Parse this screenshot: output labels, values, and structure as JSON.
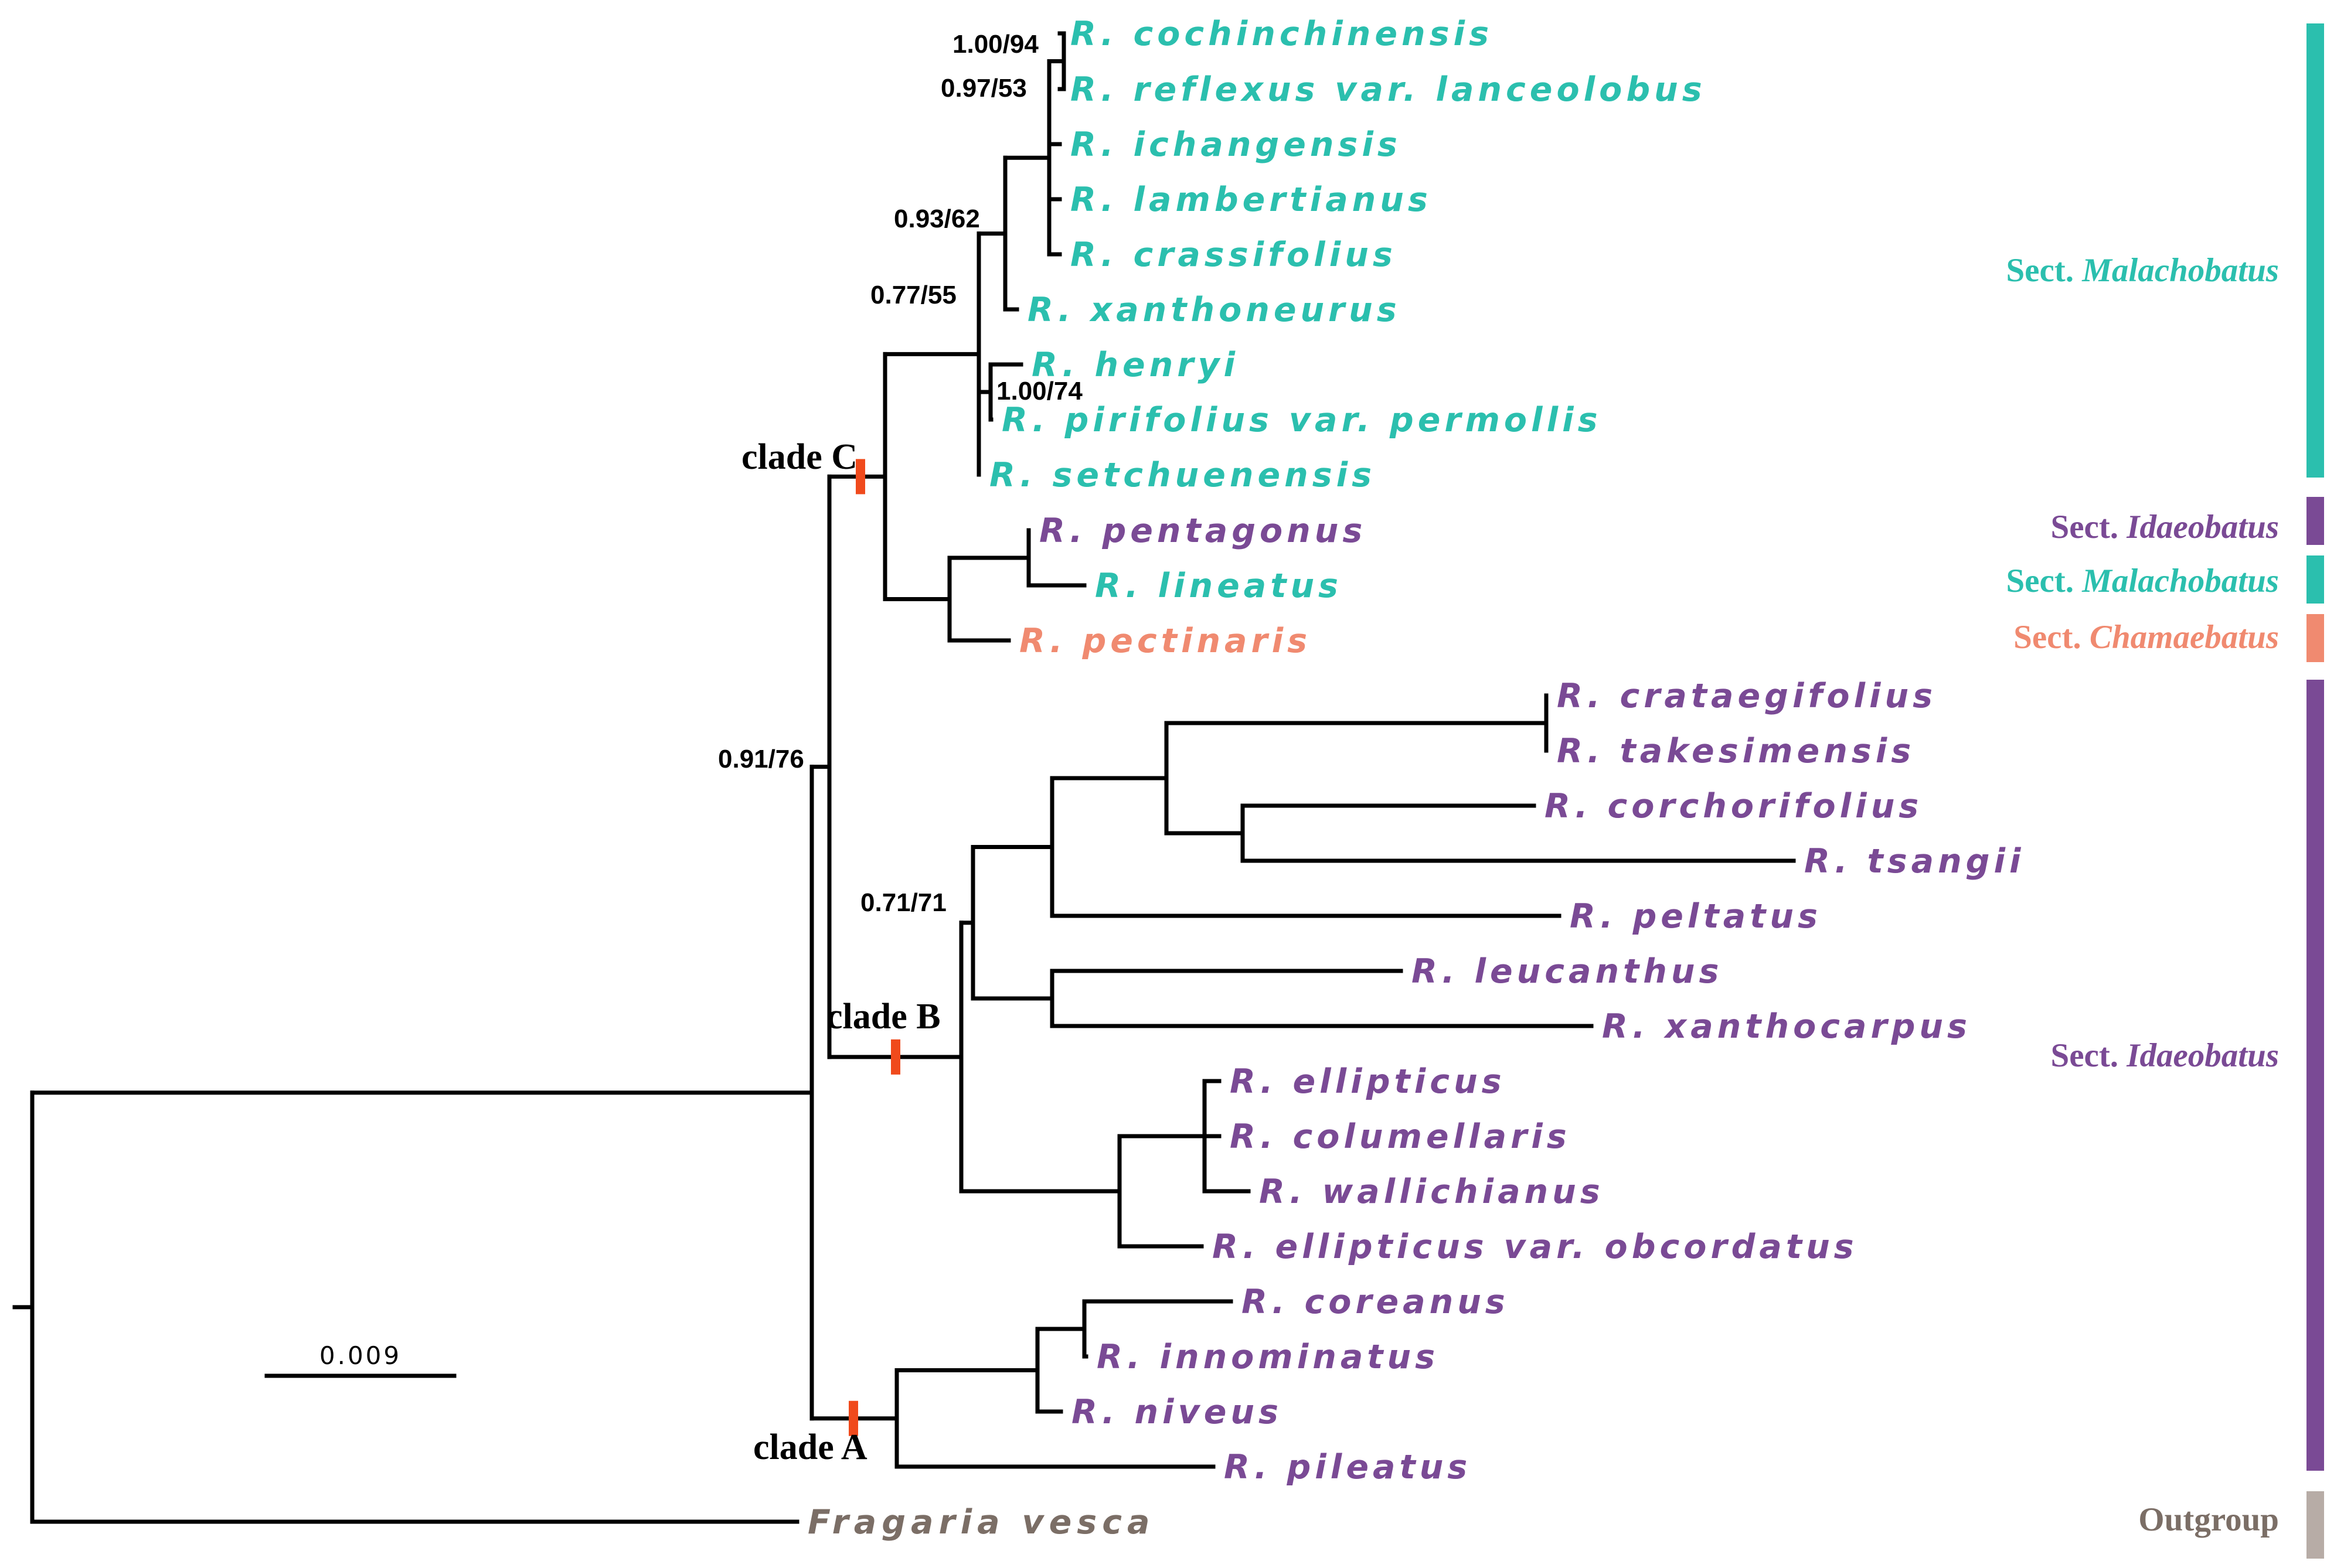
{
  "colors": {
    "malachobatus": "#2bbfae",
    "idaeobatus": "#7a4a95",
    "chamaebatus": "#f08a70",
    "outgroup": "#7b6e66",
    "outgroup_bar": "#b7aca6",
    "clade_marker": "#f04a1c"
  },
  "taxa": [
    {
      "name": "R. cochinchinensis",
      "group": "malachobatus"
    },
    {
      "name": "R. reflexus var. lanceolobus",
      "group": "malachobatus"
    },
    {
      "name": "R. ichangensis",
      "group": "malachobatus"
    },
    {
      "name": "R. lambertianus",
      "group": "malachobatus"
    },
    {
      "name": "R. crassifolius",
      "group": "malachobatus"
    },
    {
      "name": "R. xanthoneurus",
      "group": "malachobatus"
    },
    {
      "name": "R. henryi",
      "group": "malachobatus"
    },
    {
      "name": "R. pirifolius var. permollis",
      "group": "malachobatus"
    },
    {
      "name": "R. setchuenensis",
      "group": "malachobatus"
    },
    {
      "name": "R. pentagonus",
      "group": "idaeobatus"
    },
    {
      "name": "R. lineatus",
      "group": "malachobatus"
    },
    {
      "name": "R. pectinaris",
      "group": "chamaebatus"
    },
    {
      "name": "R. crataegifolius",
      "group": "idaeobatus"
    },
    {
      "name": "R. takesimensis",
      "group": "idaeobatus"
    },
    {
      "name": "R. corchorifolius",
      "group": "idaeobatus"
    },
    {
      "name": "R. tsangii",
      "group": "idaeobatus"
    },
    {
      "name": "R. peltatus",
      "group": "idaeobatus"
    },
    {
      "name": "R. leucanthus",
      "group": "idaeobatus"
    },
    {
      "name": "R. xanthocarpus",
      "group": "idaeobatus"
    },
    {
      "name": "R. ellipticus",
      "group": "idaeobatus"
    },
    {
      "name": "R. columellaris",
      "group": "idaeobatus"
    },
    {
      "name": "R. wallichianus",
      "group": "idaeobatus"
    },
    {
      "name": "R. ellipticus var. obcordatus",
      "group": "idaeobatus"
    },
    {
      "name": "R. coreanus",
      "group": "idaeobatus"
    },
    {
      "name": "R. innominatus",
      "group": "idaeobatus"
    },
    {
      "name": "R. niveus",
      "group": "idaeobatus"
    },
    {
      "name": "R. pileatus",
      "group": "idaeobatus"
    },
    {
      "name": "Fragaria vesca",
      "group": "outgroup"
    }
  ],
  "support_values": [
    "1.00/94",
    "0.97/53",
    "0.93/62",
    "0.77/55",
    "1.00/74",
    "0.91/76",
    "0.71/71"
  ],
  "clades": [
    "clade C",
    "clade B",
    "clade A"
  ],
  "sections": [
    {
      "prefix": "Sect. ",
      "name": "Malachobatus",
      "group": "malachobatus"
    },
    {
      "prefix": "Sect. ",
      "name": "Idaeobatus",
      "group": "idaeobatus"
    },
    {
      "prefix": "Sect. ",
      "name": "Malachobatus",
      "group": "malachobatus"
    },
    {
      "prefix": "Sect. ",
      "name": "Chamaebatus",
      "group": "chamaebatus"
    },
    {
      "prefix": "Sect. ",
      "name": "Idaeobatus",
      "group": "idaeobatus"
    },
    {
      "prefix": "",
      "name": "Outgroup",
      "group": "outgroup"
    }
  ],
  "scale_bar": "0.009"
}
